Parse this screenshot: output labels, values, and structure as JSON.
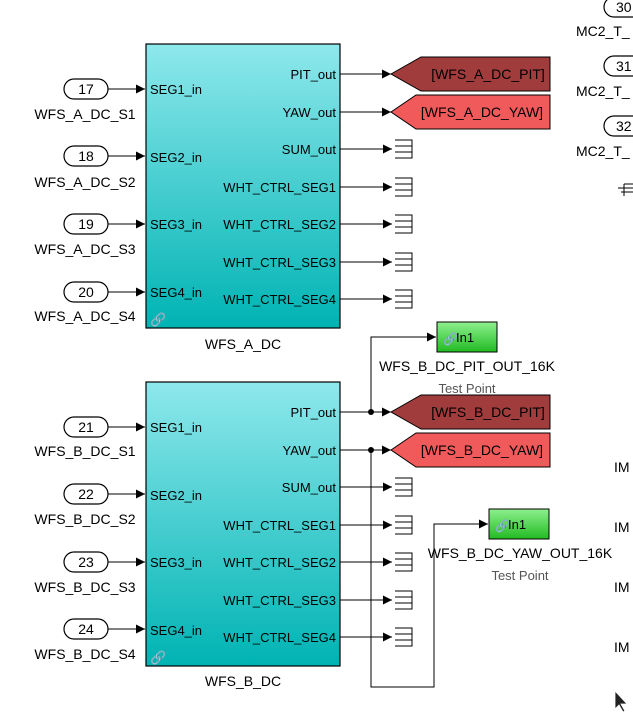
{
  "block_a": {
    "name": "WFS_A_DC",
    "inputs": [
      {
        "num": "17",
        "label": "WFS_A_DC_S1",
        "port": "SEG1_in"
      },
      {
        "num": "18",
        "label": "WFS_A_DC_S2",
        "port": "SEG2_in"
      },
      {
        "num": "19",
        "label": "WFS_A_DC_S3",
        "port": "SEG3_in"
      },
      {
        "num": "20",
        "label": "WFS_A_DC_S4",
        "port": "SEG4_in"
      }
    ],
    "outputs": [
      "PIT_out",
      "YAW_out",
      "SUM_out",
      "WHT_CTRL_SEG1",
      "WHT_CTRL_SEG2",
      "WHT_CTRL_SEG3",
      "WHT_CTRL_SEG4"
    ],
    "goto_pit": "[WFS_A_DC_PIT]",
    "goto_yaw": "[WFS_A_DC_YAW]"
  },
  "block_b": {
    "name": "WFS_B_DC",
    "inputs": [
      {
        "num": "21",
        "label": "WFS_B_DC_S1",
        "port": "SEG1_in"
      },
      {
        "num": "22",
        "label": "WFS_B_DC_S2",
        "port": "SEG2_in"
      },
      {
        "num": "23",
        "label": "WFS_B_DC_S3",
        "port": "SEG3_in"
      },
      {
        "num": "24",
        "label": "WFS_B_DC_S4",
        "port": "SEG4_in"
      }
    ],
    "outputs": [
      "PIT_out",
      "YAW_out",
      "SUM_out",
      "WHT_CTRL_SEG1",
      "WHT_CTRL_SEG2",
      "WHT_CTRL_SEG3",
      "WHT_CTRL_SEG4"
    ],
    "goto_pit": "[WFS_B_DC_PIT]",
    "goto_yaw": "[WFS_B_DC_YAW]"
  },
  "test_points": {
    "pit": {
      "port": "In1",
      "name": "WFS_B_DC_PIT_OUT_16K",
      "caption": "Test Point"
    },
    "yaw": {
      "port": "In1",
      "name": "WFS_B_DC_YAW_OUT_16K",
      "caption": "Test Point"
    }
  },
  "right_edge": {
    "ports": [
      {
        "num": "30",
        "label": "MC2_T_"
      },
      {
        "num": "31",
        "label": "MC2_T_"
      },
      {
        "num": "32",
        "label": "MC2_T_"
      }
    ],
    "im_labels": [
      "IM",
      "IM",
      "IM",
      "IM"
    ]
  },
  "colors": {
    "block_top": "#8ee8ec",
    "block_bottom": "#00b3b3",
    "goto_pit": "#a03c3c",
    "goto_yaw": "#f05a5a",
    "test_point": "#33cc33"
  }
}
